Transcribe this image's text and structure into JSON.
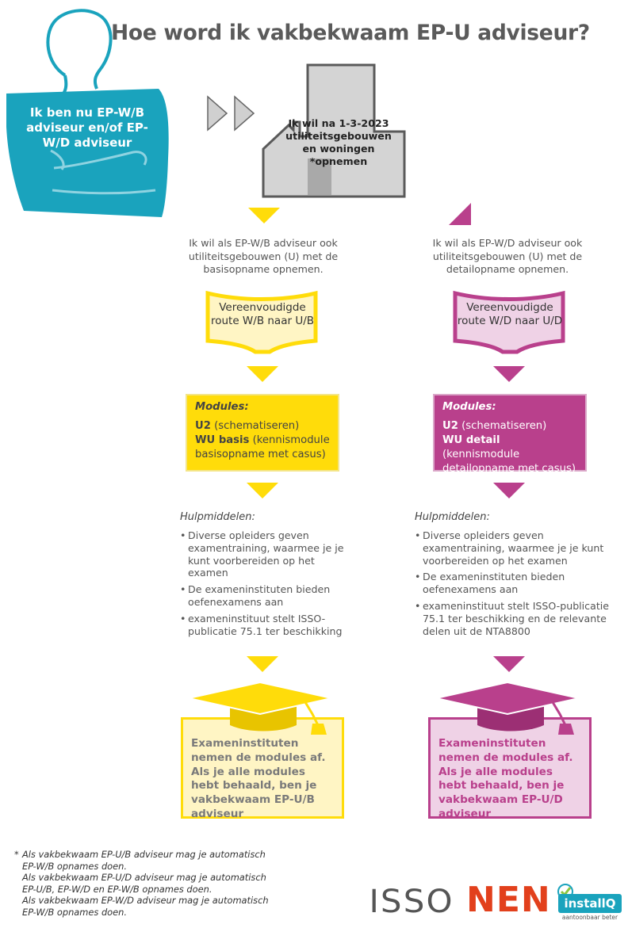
{
  "title": "Hoe word ik vakbekwaam EP-U adviseur?",
  "person": {
    "text": "Ik ben nu EP-W/B adviseur en/of EP-W/D adviseur"
  },
  "house": {
    "text": "Ik wil na 1-3-2023 utiliteitsgebouwen en woningen *opnemen"
  },
  "colors": {
    "teal": "#1aa3bd",
    "yellow": "#ffdc0a",
    "yellow_light": "#fff5c4",
    "magenta": "#b9408c",
    "magenta_light": "#efd2e6",
    "gray": "#d0d0d0"
  },
  "left": {
    "intro": "Ik wil als EP-W/B adviseur ook utiliteitsgebouwen (U) met de basisopname opnemen.",
    "route": "Vereenvoudigde route W/B naar U/B",
    "modules_head": "Modules:",
    "mod1_code": "U2",
    "mod1_desc": " (schematiseren)",
    "mod2_code": "WU basis",
    "mod2_desc": " (kennismodule basisopname met casus)",
    "hulp_head": "Hulpmiddelen:",
    "hulp": [
      "Diverse opleiders geven examentraining, waarmee je je kunt voorbereiden op het examen",
      "De exameninstituten bieden oefenexamens aan",
      "exameninstituut stelt ISSO-publicatie 75.1 ter beschikking"
    ],
    "exam": "Exameninstituten nemen de modules af. Als je alle modules hebt behaald, ben je vakbekwaam EP-U/B adviseur"
  },
  "right": {
    "intro": "Ik wil als EP-W/D adviseur ook utiliteitsgebouwen (U) met de detailopname opnemen.",
    "route": "Vereenvoudigde route W/D naar U/D",
    "modules_head": "Modules:",
    "mod1_code": "U2",
    "mod1_desc": " (schematiseren)",
    "mod2_code": "WU detail",
    "mod2_desc": " (kennismodule detailopname met casus)",
    "hulp_head": "Hulpmiddelen:",
    "hulp": [
      "Diverse opleiders geven examentraining, waarmee je je kunt voorbereiden op het examen",
      "De exameninstituten bieden oefenexamens aan",
      "exameninstituut stelt ISSO-publicatie 75.1 ter beschikking en de relevante delen uit de NTA8800"
    ],
    "exam": "Exameninstituten nemen de modules af. Als je alle modules hebt behaald, ben je vakbekwaam EP-U/D adviseur"
  },
  "footnote": {
    "star": "*",
    "text": "Als vakbekwaam EP-U/B adviseur mag je automatisch\nEP-W/B opnames doen.\nAls vakbekwaam EP-U/D adviseur mag je automatisch\nEP-U/B, EP-W/D en EP-W/B opnames doen.\nAls vakbekwaam EP-W/D adviseur mag je automatisch\nEP-W/B opnames doen."
  },
  "logos": {
    "isso": "ISSO",
    "nen": "NEN",
    "installq": "installQ",
    "installq_tagline": "aantoonbaar beter"
  }
}
